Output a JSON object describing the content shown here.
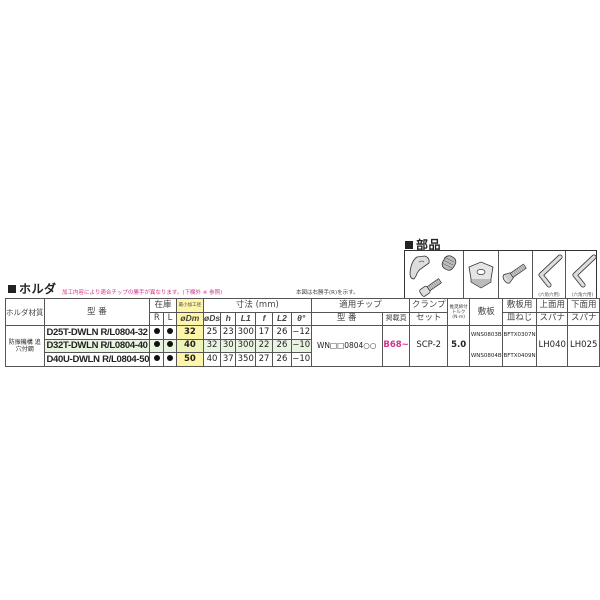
{
  "parts_section": {
    "title": "部品",
    "icons": [
      {
        "name": "clamp-set-icon",
        "label": ""
      },
      {
        "name": "shim-icon",
        "label": ""
      },
      {
        "name": "shim-screw-icon",
        "label": ""
      },
      {
        "name": "upper-hex-wrench-icon",
        "label": "(六角穴用)"
      },
      {
        "name": "lower-hex-wrench-icon",
        "label": "(六角穴用)"
      }
    ]
  },
  "holder_section": {
    "title": "ホルダ",
    "note_pink": "加工内容により適合チップの勝手が異なります。(下欄外 ※ 参照)",
    "note_right": "本図は右勝手(R)を示す。"
  },
  "table": {
    "headers": {
      "material": "ホルダ材質",
      "model": "型 番",
      "stock": "在庫",
      "stock_r": "R",
      "stock_l": "L",
      "min_bore_label": "最小加工径",
      "dm": "øDm",
      "dims": "寸法 (mm)",
      "ds": "øDs",
      "h": "h",
      "l1": "L1",
      "f": "f",
      "l2": "L2",
      "theta": "θ°",
      "chip": "適用チップ",
      "chip_model": "型 番",
      "chip_page": "掲載頁",
      "clamp": "クランプ",
      "clamp_set": "セット",
      "torque_l1": "推奨締付",
      "torque_l2": "トルク",
      "torque_l3": "(N·m)",
      "shim": "敷板",
      "shim_screw_l1": "敷板用",
      "shim_screw_l2": "皿ねじ",
      "upper_l1": "上面用",
      "upper_l2": "スパナ",
      "lower_l1": "下面用",
      "lower_l2": "スパナ"
    },
    "material": "防振機構 追穴付鋼",
    "rows": [
      {
        "model": "D25T-DWLN R/L0804-32",
        "r": "●",
        "l": "●",
        "dm": "32",
        "ds": "25",
        "h": "23",
        "l1": "300",
        "f": "17",
        "l2": "26",
        "theta": "−12"
      },
      {
        "model": "D32T-DWLN R/L0804-40",
        "r": "●",
        "l": "●",
        "dm": "40",
        "ds": "32",
        "h": "30",
        "l1": "300",
        "f": "22",
        "l2": "26",
        "theta": "−10"
      },
      {
        "model": "D40U-DWLN R/L0804-50",
        "r": "●",
        "l": "●",
        "dm": "50",
        "ds": "40",
        "h": "37",
        "l1": "350",
        "f": "27",
        "l2": "26",
        "theta": "−10"
      }
    ],
    "chip_model": "WN□□0804○○",
    "chip_page": "B68~",
    "clamp_set": "SCP-2",
    "torque": "5.0",
    "shims": [
      "WNS0803B",
      "WNS0804B"
    ],
    "shim_screws": [
      "BFTX0307N",
      "BFTX0409N"
    ],
    "upper_wrench": "LH040",
    "lower_wrench": "LH025"
  },
  "colors": {
    "pink_note": "#d0338a",
    "torque_red": "#e2231a",
    "min_bore_yellow": "#fff5a8",
    "row_green": "#e8f3e2"
  }
}
